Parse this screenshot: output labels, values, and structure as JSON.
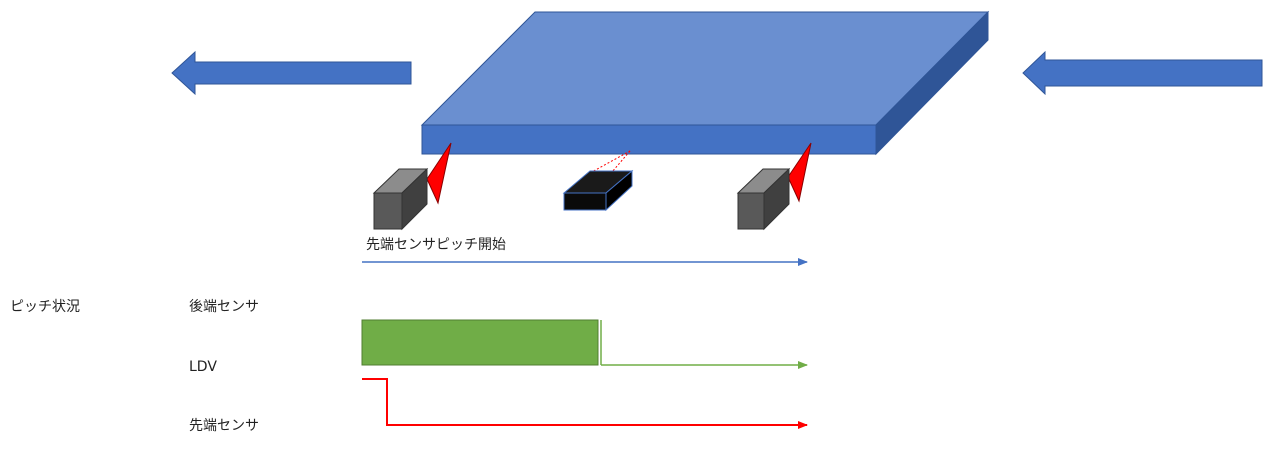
{
  "labels": {
    "pitch_start": "先端センサピッチ開始",
    "pitch_status": "ピッチ状況",
    "rear_sensor": "後端センサ",
    "ldv": "LDV",
    "front_sensor": "先端センサ"
  },
  "colors": {
    "arrow_blue": "#4472c4",
    "plate_top": "#6a8fd0",
    "plate_front": "#4472c4",
    "plate_side": "#2f5597",
    "sensor_box": "#595959",
    "laser_red": "#ff0000",
    "ldv_box": "#0a0a0a",
    "timeline_blue": "#4472c4",
    "ldv_green": "#70ad47",
    "front_red": "#ff0000"
  }
}
